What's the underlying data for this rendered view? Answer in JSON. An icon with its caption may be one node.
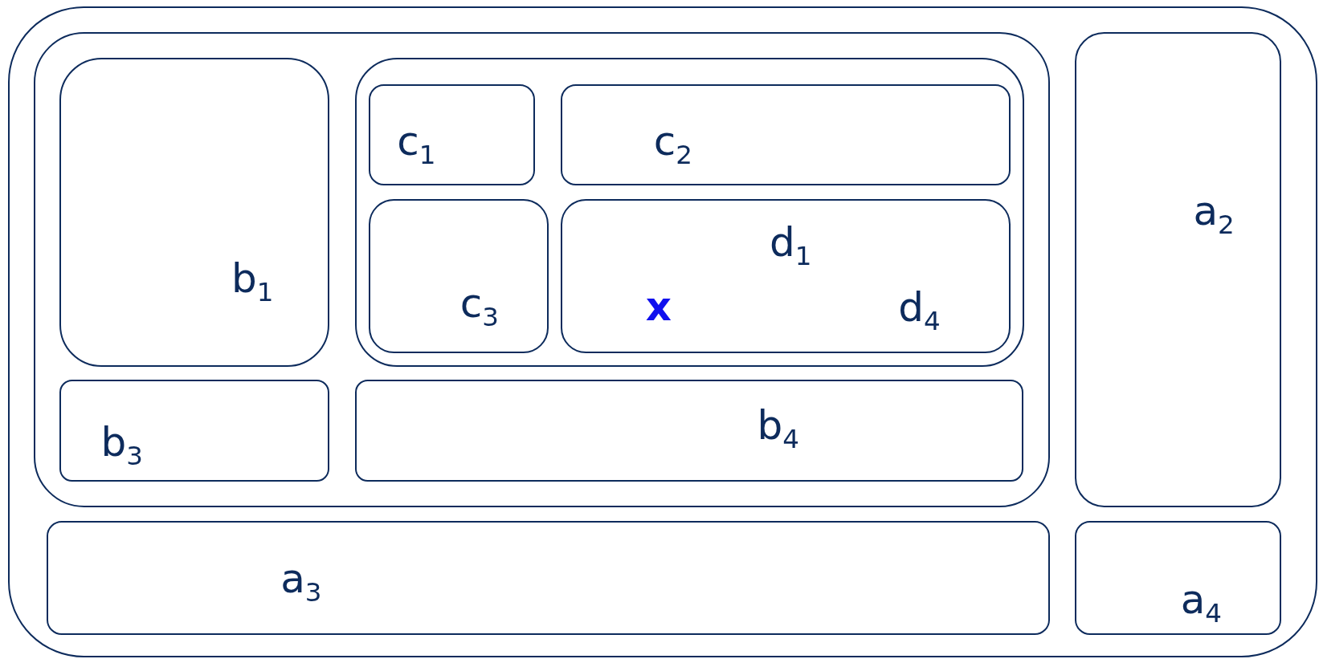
{
  "diagram": {
    "nodes": [
      {
        "text": [],
        "shape": "box"
      },
      {
        "text": [],
        "shape": "box",
        "in": 0
      },
      {
        "text": [
          "b$_{1}$"
        ],
        "in": 1
      },
      {
        "text": [],
        "shape": "box",
        "in": 1
      },
      {
        "text": [
          "c$_{1}$"
        ],
        "in": 3
      },
      {
        "text": [
          "c$_{2}$"
        ],
        "in": 3
      },
      {
        "text": [
          "c$_{3}$"
        ],
        "in": 3
      },
      {
        "text": [
          "d$_{1}$",
          "x",
          "d$_{4}$"
        ],
        "in": 3
      },
      {
        "text": [
          "b$_{3}$"
        ],
        "in": 1
      },
      {
        "text": [
          "b$_{4}$"
        ],
        "in": 1
      },
      {
        "text": [
          "a$_{2}$"
        ],
        "in": 0
      },
      {
        "text": [
          "a$_{3}$"
        ],
        "in": 0
      },
      {
        "text": [
          "a$_{4}$"
        ],
        "in": 0
      }
    ]
  }
}
